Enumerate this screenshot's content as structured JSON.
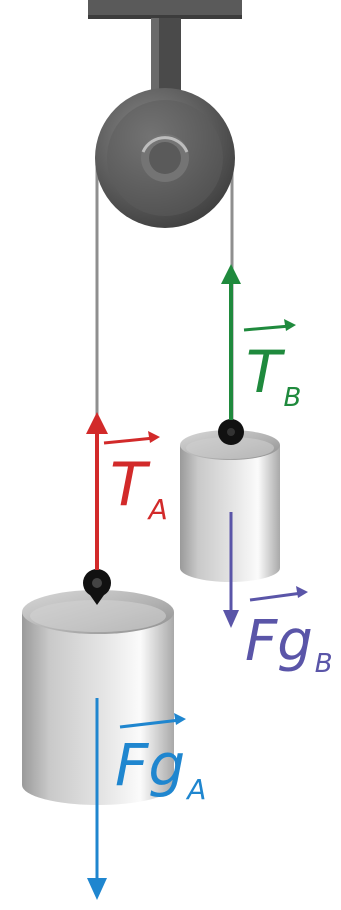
{
  "labels": {
    "tension_a": {
      "main": "T",
      "sub": "A"
    },
    "tension_b": {
      "main": "T",
      "sub": "B"
    },
    "weight_a": {
      "main": "Fg",
      "sub": "A"
    },
    "weight_b": {
      "main": "Fg",
      "sub": "B"
    }
  },
  "colors": {
    "tension_a": "#d22a2a",
    "tension_b": "#1f8a3d",
    "weight_a": "#1f86cf",
    "weight_b": "#5a55a8",
    "rope": "#8f8f8f",
    "mount": "#4a4a4a"
  }
}
